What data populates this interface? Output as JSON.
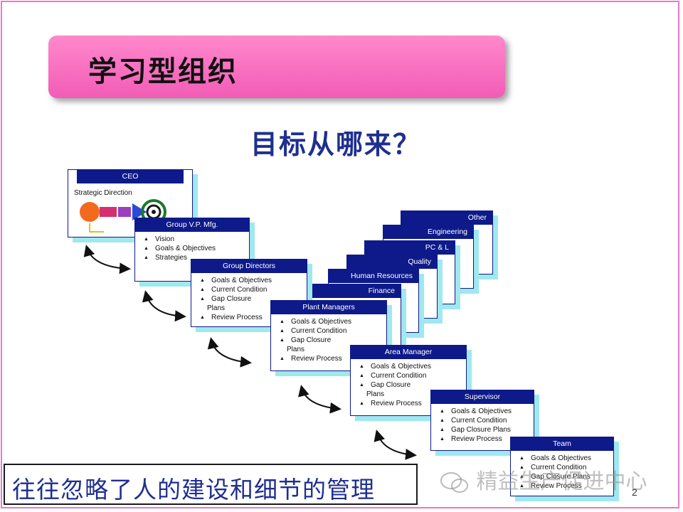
{
  "slide": {
    "title": "学习型组织",
    "question": "目标从哪来？",
    "bottom_text": "往往忽略了人的建设和细节的管理",
    "watermark": "精益生产促进中心",
    "page_number": "2"
  },
  "stack": [
    {
      "label": "Other"
    },
    {
      "label": "Engineering"
    },
    {
      "label": "PC & L"
    },
    {
      "label": "Quality"
    },
    {
      "label": "Human Resources"
    },
    {
      "label": "Finance"
    }
  ],
  "cards": {
    "ceo": {
      "title": "CEO",
      "label": "Strategic Direction"
    },
    "gvp": {
      "title": "Group V.P. Mfg.",
      "items": [
        "Vision",
        "Goals & Objectives",
        "Strategies"
      ]
    },
    "gdir": {
      "title": "Group Directors",
      "items": [
        "Goals & Objectives",
        "Current Condition",
        "Gap Closure",
        "Plans",
        "Review Process"
      ]
    },
    "plant": {
      "title": "Plant Managers",
      "items": [
        "Goals & Objectives",
        "Current Condition",
        "Gap Closure",
        "Plans",
        "Review Process"
      ]
    },
    "area": {
      "title": "Area Manager",
      "items": [
        "Goals & Objectives",
        "Current Condition",
        "Gap Closure",
        "Plans",
        "Review Process"
      ]
    },
    "sup": {
      "title": "Supervisor",
      "items": [
        "Goals & Objectives",
        "Current Condition",
        "Gap Closure Plans",
        "Review Process"
      ]
    },
    "team": {
      "title": "Team",
      "items": [
        "Goals & Objectives",
        "Current Condition",
        "Gap Closure Plans",
        "Review Process"
      ]
    }
  },
  "colors": {
    "banner": "#f25cb6",
    "card_header": "#0e1a8a",
    "card_shadow": "#9fe8f0",
    "title_blue": "#1f2f8f"
  }
}
